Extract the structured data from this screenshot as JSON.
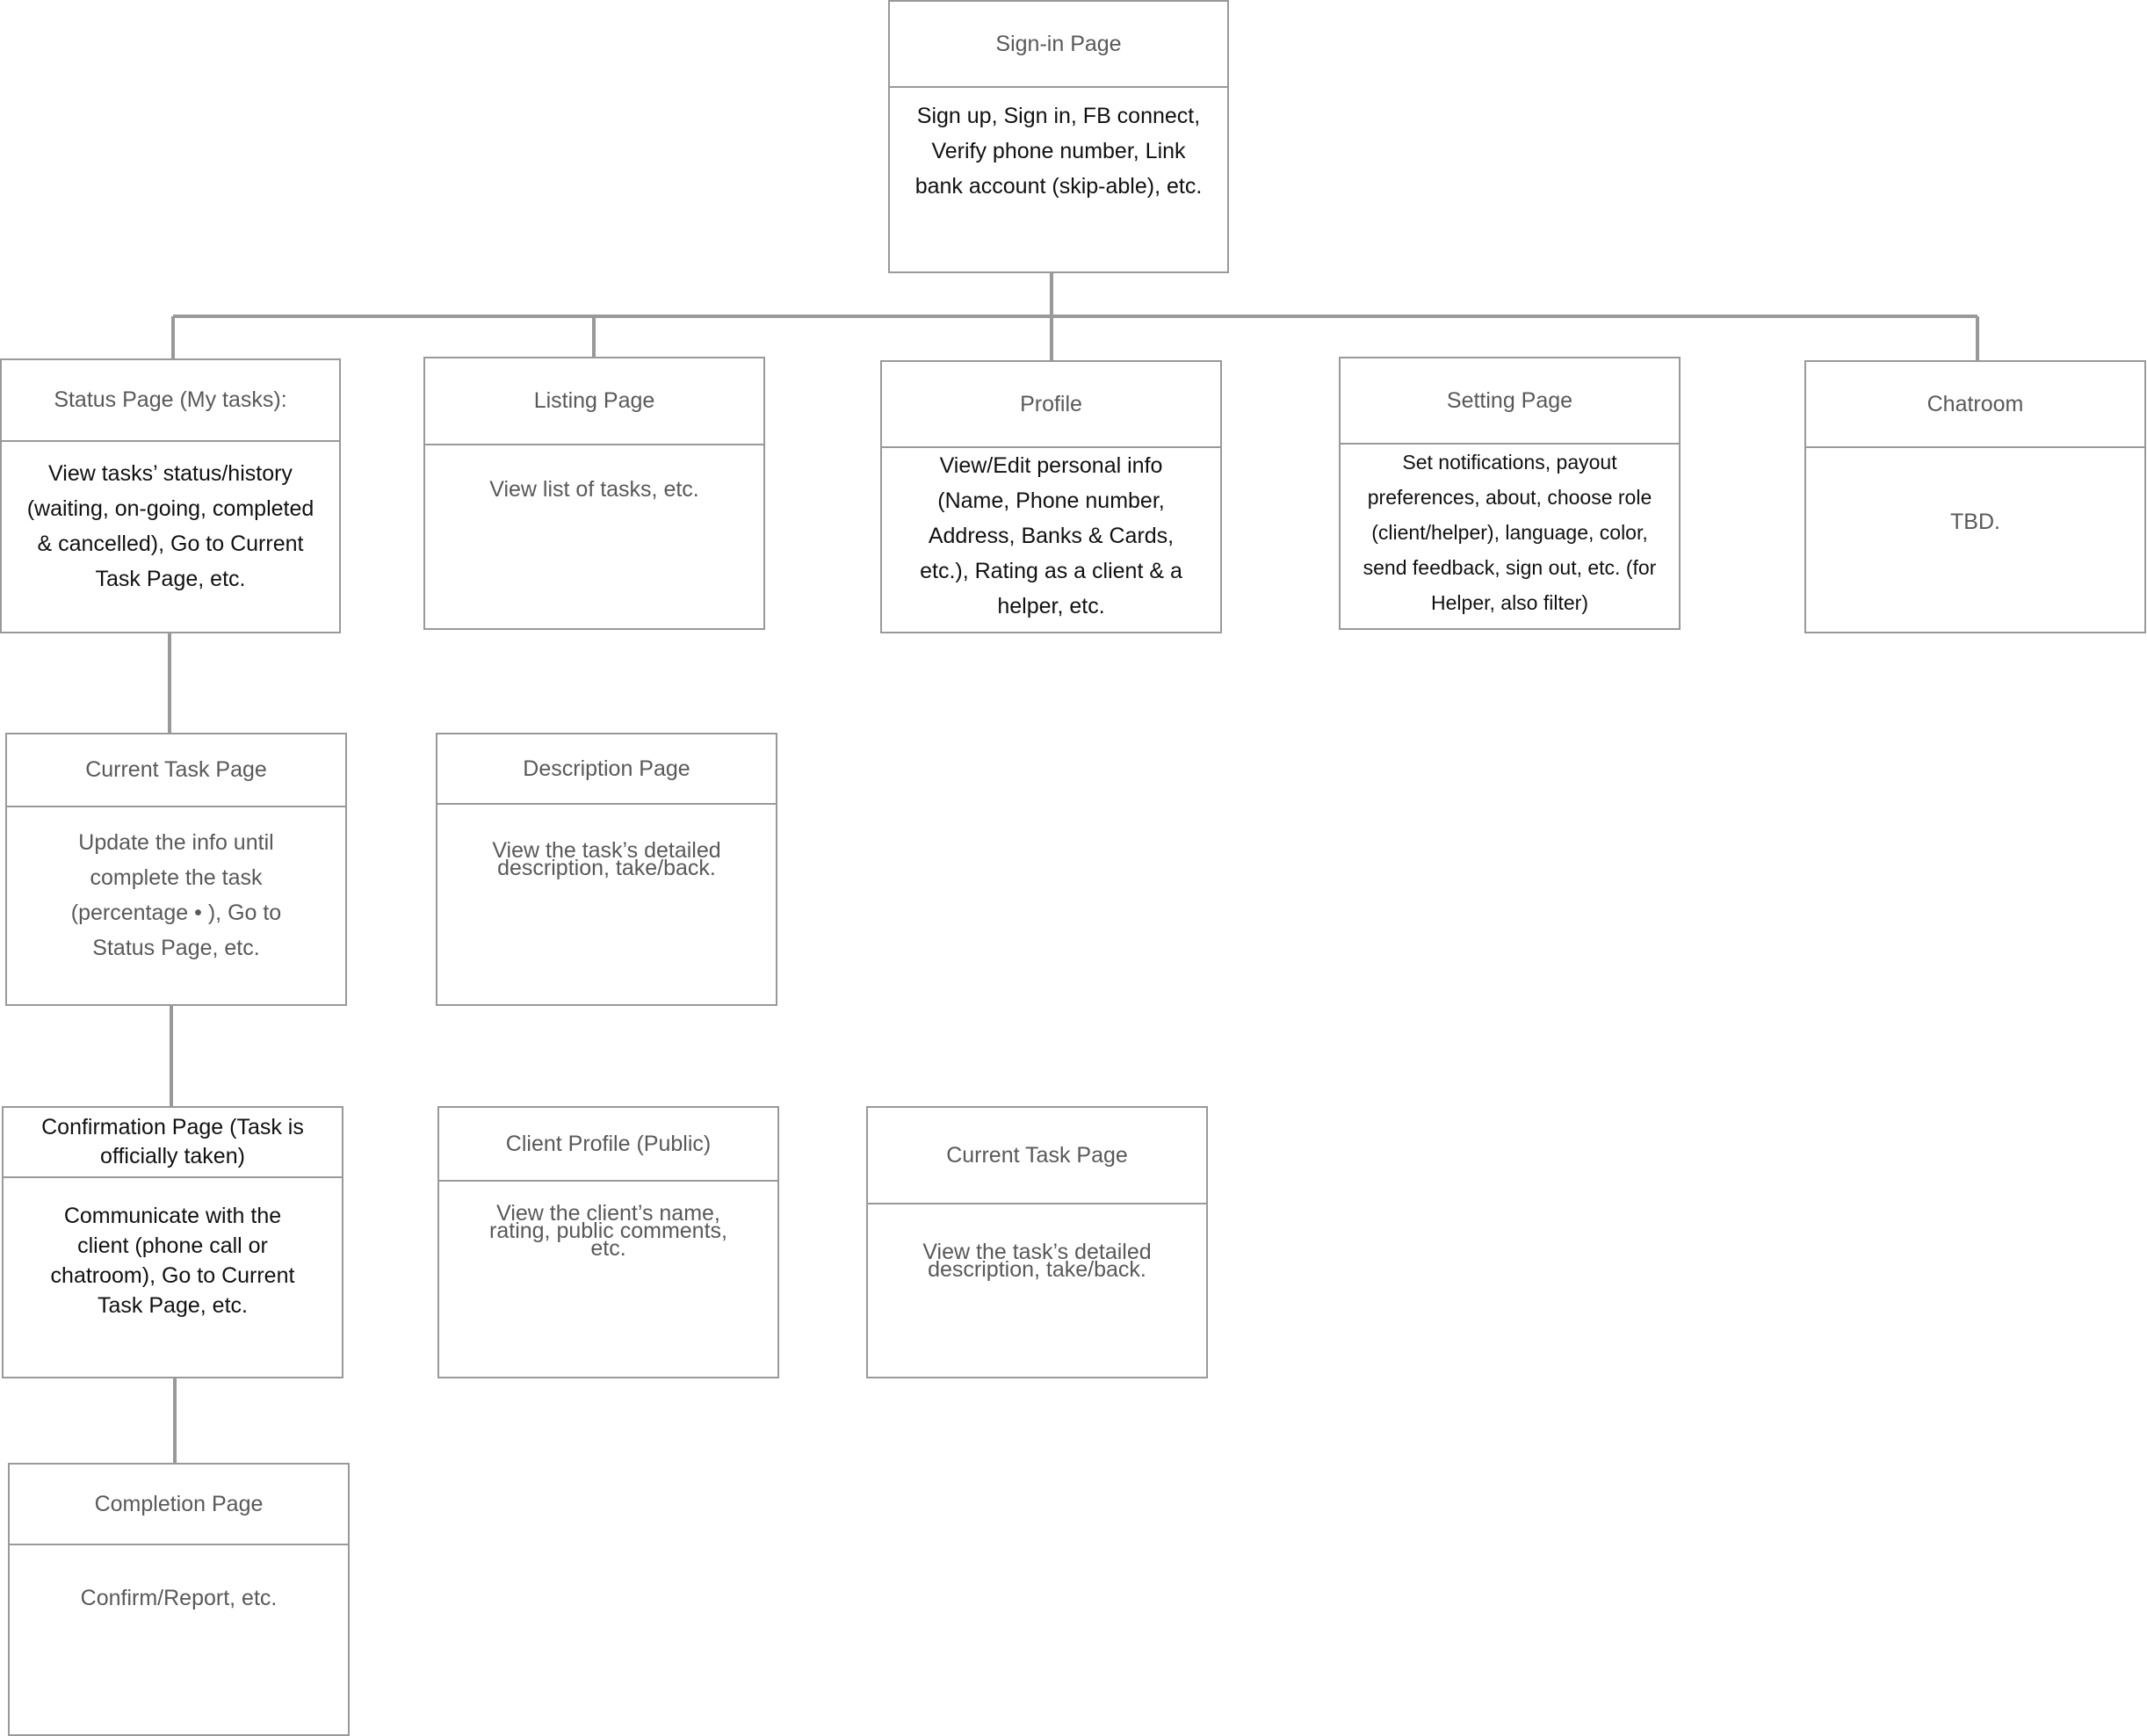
{
  "colors": {
    "border": "#999999",
    "connector": "#999999",
    "title_text": "#595959",
    "body_text_dark": "#111111",
    "body_text_grey": "#595959"
  },
  "nodes": {
    "signin": {
      "title": "Sign-in Page",
      "body": "Sign up, Sign in, FB connect, Verify phone number, Link bank account (skip-able), etc."
    },
    "status": {
      "title": "Status Page (My tasks):",
      "body": "View tasks’ status/history (waiting, on-going, completed & cancelled), Go to Current Task Page, etc."
    },
    "listing": {
      "title": "Listing Page",
      "body": "View list of tasks, etc."
    },
    "profile": {
      "title": "Profile",
      "body": "View/Edit personal info (Name, Phone number, Address, Banks & Cards, etc.), Rating as a client & a helper, etc."
    },
    "setting": {
      "title": "Setting Page",
      "body": "Set notifications, payout preferences, about, choose role (client/helper), language, color, send feedback, sign out, etc. (for Helper, also filter)"
    },
    "chatroom": {
      "title": "Chatroom",
      "body": "TBD."
    },
    "current_task_1": {
      "title": "Current Task Page",
      "body": "Update the info until complete the task (percentage • ), Go to Status Page, etc."
    },
    "description": {
      "title": "Description Page",
      "body": "View the task’s detailed description, take/back."
    },
    "confirmation": {
      "title": "Confirmation Page (Task is officially taken)",
      "body": "Communicate with the client (phone call or chatroom), Go to Current Task Page, etc."
    },
    "client_profile": {
      "title": "Client Profile (Public)",
      "body": "View the client’s name, rating, public comments, etc."
    },
    "current_task_2": {
      "title": "Current Task Page",
      "body": "View the task’s detailed description, take/back."
    },
    "completion": {
      "title": "Completion Page",
      "body": "Confirm/Report, etc."
    }
  }
}
